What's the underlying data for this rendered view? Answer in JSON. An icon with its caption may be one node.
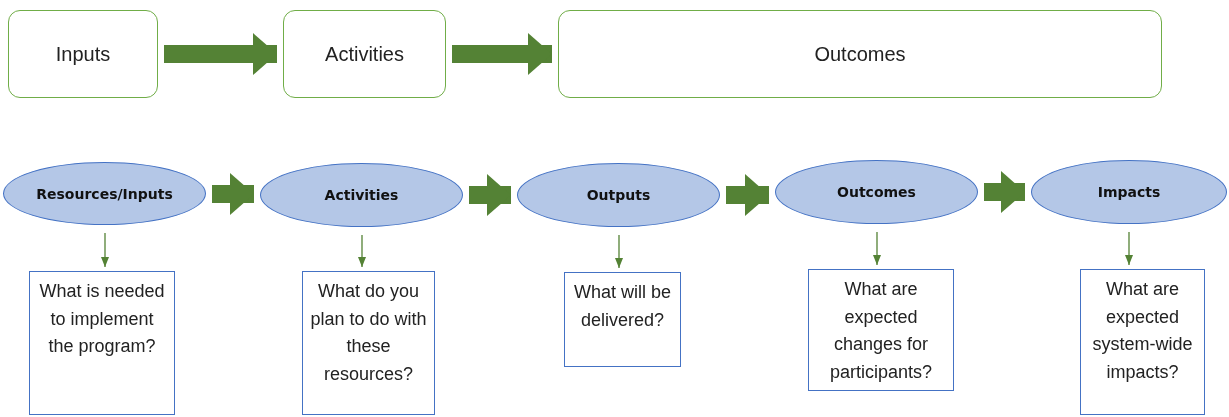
{
  "diagram": {
    "nodes": [
      {
        "text": [
          "Inputs"
        ]
      },
      {
        "text": [
          "Activities"
        ]
      },
      {
        "text": [
          "Outcomes"
        ]
      },
      {
        "text": [
          "Resources/Inputs"
        ]
      },
      {
        "text": [
          "Activities"
        ]
      },
      {
        "text": [
          "Outputs"
        ]
      },
      {
        "text": [
          "Outcomes"
        ]
      },
      {
        "text": [
          "Impacts"
        ]
      },
      {
        "text": [
          "What is needed to implement the program?"
        ]
      },
      {
        "text": [
          "What do you plan to do with these resources?"
        ]
      },
      {
        "text": [
          "What will be delivered?"
        ]
      },
      {
        "text": [
          "What are expected changes for participants?"
        ]
      },
      {
        "text": [
          "What are expected system-wide impacts?"
        ]
      }
    ],
    "edges": [
      {
        "from": 0,
        "to": 1,
        "arrow": "to"
      },
      {
        "from": 1,
        "to": 2,
        "arrow": "to"
      },
      {
        "from": 3,
        "to": 4,
        "arrow": "to"
      },
      {
        "from": 4,
        "to": 5,
        "arrow": "to"
      },
      {
        "from": 5,
        "to": 6,
        "arrow": "to"
      },
      {
        "from": 6,
        "to": 7,
        "arrow": "to"
      },
      {
        "from": 3,
        "to": 8,
        "arrow": "to"
      },
      {
        "from": 4,
        "to": 9,
        "arrow": "to"
      },
      {
        "from": 5,
        "to": 10,
        "arrow": "to"
      },
      {
        "from": 6,
        "to": 11,
        "arrow": "to"
      },
      {
        "from": 7,
        "to": 12,
        "arrow": "to"
      }
    ]
  }
}
